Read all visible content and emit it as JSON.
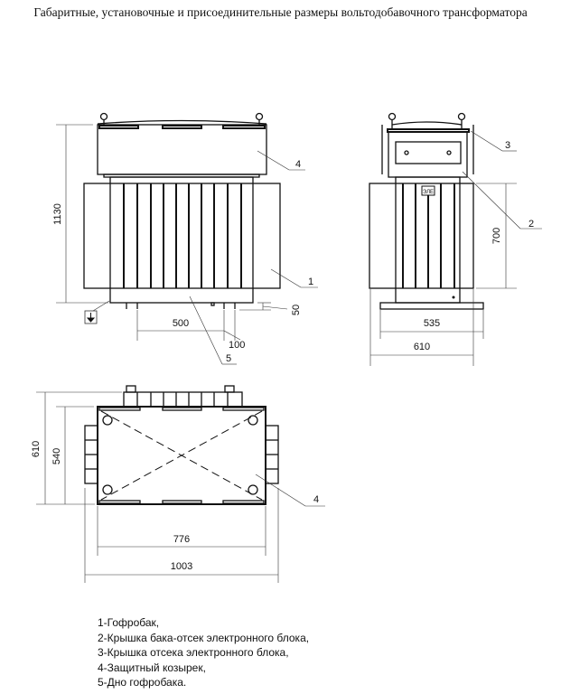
{
  "title": "Габаритные, установочные и присоединительные размеры вольтодобавочного трансформатора",
  "front_view": {
    "dim_height": "1130",
    "dim_feet": "500",
    "dim_foot_width": "100",
    "dim_foot_height": "50",
    "callouts": [
      "1",
      "4",
      "5"
    ]
  },
  "side_view": {
    "dim_radiator_height": "700",
    "dim_base": "535",
    "dim_overall": "610",
    "nameplate": "ЭЛЕ",
    "callouts": [
      "3",
      "2"
    ]
  },
  "top_view": {
    "dim_overall_depth": "610",
    "dim_depth": "540",
    "dim_length": "776",
    "dim_overall_length": "1003",
    "callouts": [
      "4"
    ]
  },
  "legend": [
    "1-Гофробак,",
    "2-Крышка бака-отсек электронного блока,",
    "3-Крышка отсека электронного блока,",
    "4-Защитный козырек,",
    "5-Дно гофробака."
  ]
}
